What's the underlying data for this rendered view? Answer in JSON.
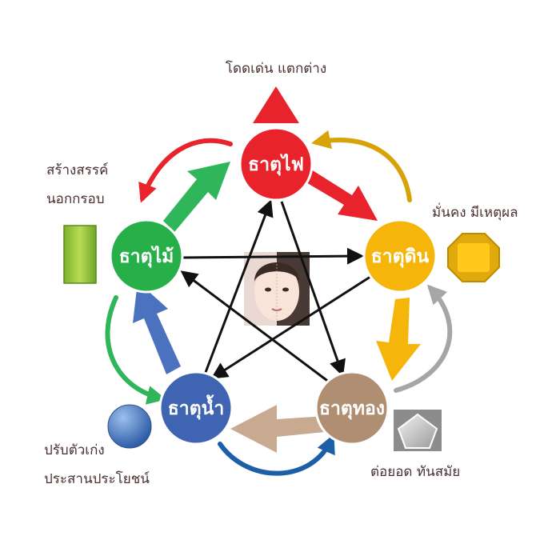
{
  "elements": {
    "fire": {
      "label": "ธาตุไฟ",
      "color": "#e8232b",
      "caption": [
        "โดดเด่น แตกต่าง"
      ]
    },
    "earth": {
      "label": "ธาตุดิน",
      "color": "#f5b50a",
      "caption": [
        "มั่นคง มีเหตุผล"
      ]
    },
    "metal": {
      "label": "ธาตุทอง",
      "color": "#b08e72",
      "caption": [
        "ต่อยอด ทันสมัย"
      ]
    },
    "water": {
      "label": "ธาตุน้ำ",
      "color": "#3f64b2",
      "caption": [
        "ปรับตัวเก่ง",
        "ประสานประโยชน์"
      ]
    },
    "wood": {
      "label": "ธาตุไม้",
      "color": "#27b04a",
      "caption": [
        "สร้างสรรค์",
        "นอกกรอบ"
      ]
    }
  },
  "colors": {
    "fire_earth_arrow": "#e8232b",
    "earth_metal_arrow": "#f5b50a",
    "metal_water_arrow": "#c8aa90",
    "water_wood_arrow": "#4a72bf",
    "wood_fire_arrow": "#2fb55a",
    "star_lines": "#111111"
  },
  "icons": {
    "fire": "red-triangle-icon",
    "earth": "yellow-octagon-icon",
    "metal": "grey-pentagon-icon",
    "water": "blue-circle-icon",
    "wood": "green-rectangle-icon",
    "center": "face-portrait-icon"
  }
}
